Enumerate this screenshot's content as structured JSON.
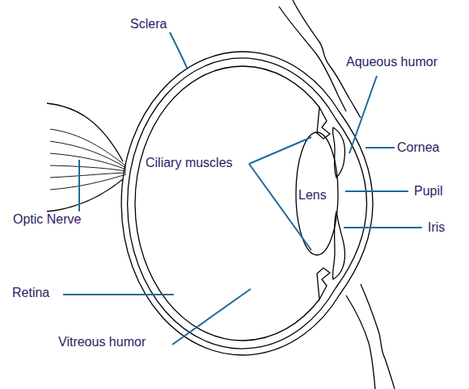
{
  "diagram": {
    "labels": [
      "Sclera",
      "Aqueous humor",
      "Cornea",
      "Ciliary muscles",
      "Lens",
      "Pupil",
      "Iris",
      "Optic Nerve",
      "Retina",
      "Vitreous humor"
    ]
  }
}
